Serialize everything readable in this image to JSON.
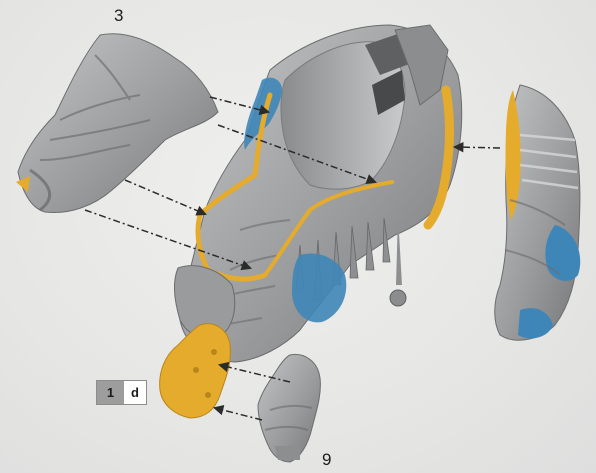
{
  "labels": {
    "callout_3": "3",
    "callout_9": "9"
  },
  "view_badge": {
    "number": "1",
    "letter": "d"
  },
  "colors": {
    "background": "#e7e7e5",
    "bone": "#a9aaab",
    "bone_shadow": "#6f7071",
    "accent_yellow": "#e5ab2c",
    "accent_blue": "#3f86b8",
    "arrow": "#2b2b2b"
  }
}
